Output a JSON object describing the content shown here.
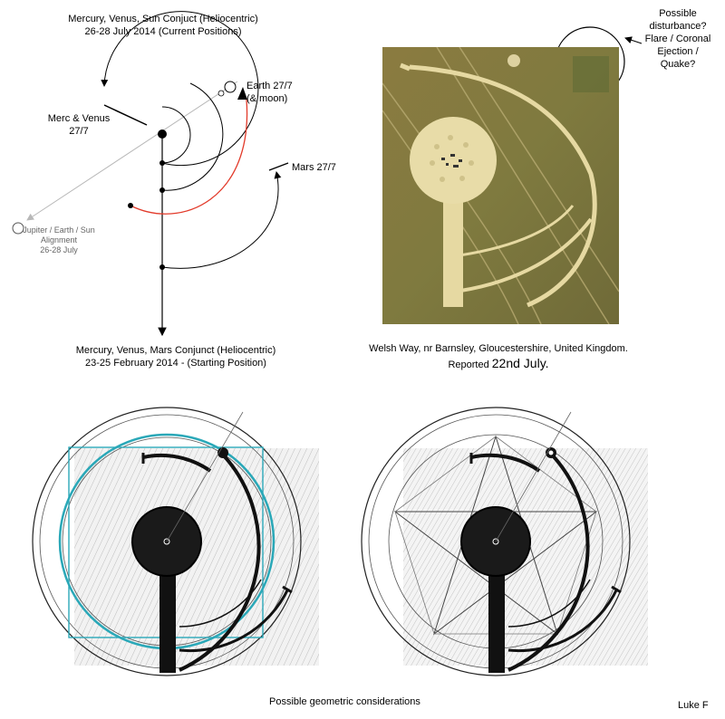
{
  "diagram": {
    "title_current": "Mercury, Venus, Sun Conjuct (Heliocentric)\n26-28 July 2014 (Current Positions)",
    "title_start": "Mercury, Venus, Mars Conjunct (Heliocentric)\n23-25 February 2014 - (Starting Position)",
    "label_merc_venus": "Merc & Venus\n27/7",
    "label_earth": "Earth 27/7\n(& moon)",
    "label_mars": "Mars 27/7",
    "label_jupiter": "Jupiter / Earth / Sun\nAlignment\n26-28 July"
  },
  "photo": {
    "annotation": "Possible\ndisturbance?\nFlare / Coronal\nEjection /\nQuake?",
    "location": "Welsh Way, nr Barnsley, Gloucestershire, United Kingdom.",
    "reported_prefix": "Reported ",
    "reported_date": "22nd July."
  },
  "bottom": {
    "caption": "Possible geometric considerations",
    "author": "Luke F"
  },
  "colors": {
    "earth_orbit": "#e23a2a",
    "square_overlay": "#2aa8b8",
    "jupiter_line": "#b8b8b8",
    "field_tone": "#8a7a3e"
  }
}
